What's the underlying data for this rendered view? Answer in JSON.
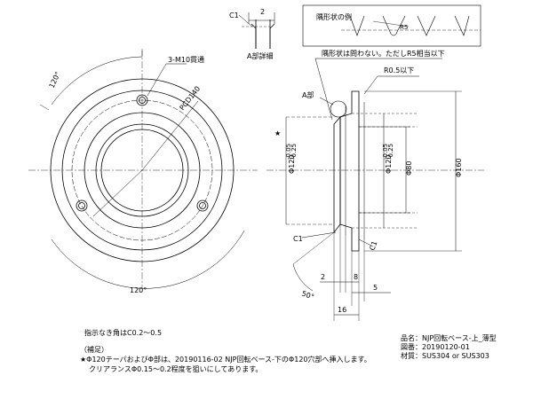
{
  "detail": {
    "label": "A部詳細",
    "c1": "C1",
    "dim2": "2"
  },
  "corner_example": {
    "title": "隅形状の例",
    "r5": "R5"
  },
  "front_view": {
    "tap_note": "3-M10貫通",
    "pcd": "PCD140",
    "angle_top": "120°",
    "angle_bottom": "120°"
  },
  "section_view": {
    "corner_note": "隅形状は問わない。ただしR5相当以下",
    "r_note": "R0.5以下",
    "a_part": "A部",
    "dia_120_a": "Φ120",
    "tol_a_upper": "-0.05",
    "tol_a_lower": "-0.25",
    "dia_120_b": "Φ120",
    "tol_b_upper": "-0.05",
    "tol_b_lower": "-0.25",
    "dia_80": "Φ80",
    "dia_160": "Φ160",
    "star": "★",
    "c1_left": "C1",
    "c1_right": "C1",
    "dim_2": "2",
    "dim_8": "8",
    "dim_5": "5",
    "dim_16": "16",
    "angle_50": "50°"
  },
  "notes": {
    "chamfer": "指示なき角はC0.2～0.5",
    "supplement_title": "（補足）",
    "line1": "★Φ120テーパおよびΦ部は、20190116-02 NJP回転ベース-下のΦ120穴部へ挿入します。",
    "line2": "クリアランスΦ0.15～0.2程度を狙いにしてあります。"
  },
  "title_block": {
    "name": "品名：NJP回転ベース-上_薄型",
    "drawing_no": "図番：20190120-01",
    "material": "材質：SUS304 or SUS303"
  }
}
